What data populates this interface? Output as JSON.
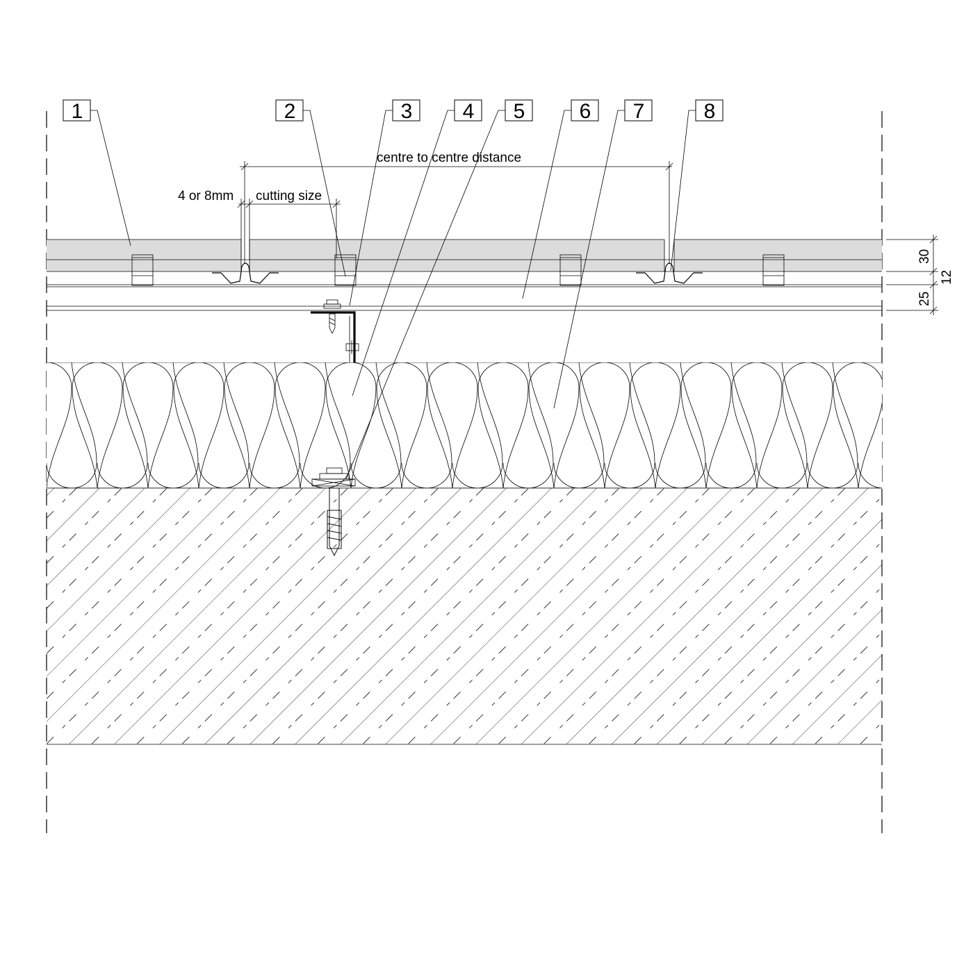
{
  "callouts": [
    {
      "number": "1"
    },
    {
      "number": "2"
    },
    {
      "number": "3"
    },
    {
      "number": "4"
    },
    {
      "number": "5"
    },
    {
      "number": "6"
    },
    {
      "number": "7"
    },
    {
      "number": "8"
    }
  ],
  "dimensions": {
    "centre_to_centre": "centre to centre distance",
    "gap": "4 or 8mm",
    "cutting_size": "cutting size",
    "panel_thickness": "30",
    "batten_thickness": "12",
    "subframe_depth": "25"
  },
  "colors": {
    "panel_fill": "#dcdcdc",
    "line": "#000000"
  }
}
